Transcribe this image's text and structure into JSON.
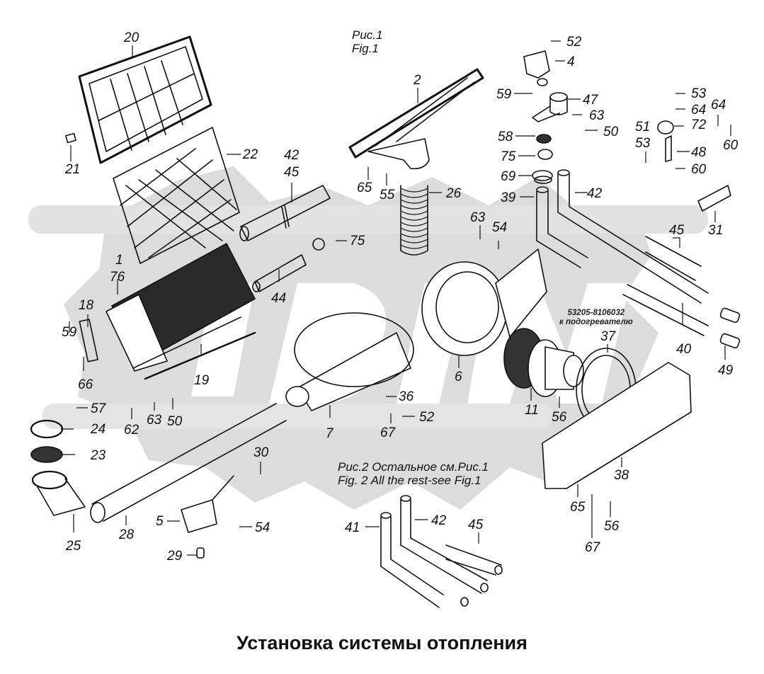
{
  "diagram": {
    "caption": "Установка системы отопления",
    "figure1": {
      "ru": "Рис.1",
      "en": "Fig.1"
    },
    "figure2": {
      "ru": "Рис.2 Остальное см.Рис.1",
      "en": "Fig. 2 All the rest-see Fig.1"
    },
    "heater_note": {
      "part_number": "53205-8106032",
      "text": "к подогревателю"
    },
    "watermark": "ODIN",
    "colors": {
      "line": "#111111",
      "watermark": "#d9d9d9",
      "background": "#ffffff"
    },
    "labels": [
      {
        "id": "l20",
        "text": "20"
      },
      {
        "id": "l21",
        "text": "21"
      },
      {
        "id": "l22",
        "text": "22"
      },
      {
        "id": "l42a",
        "text": "42"
      },
      {
        "id": "l45a",
        "text": "45"
      },
      {
        "id": "l2",
        "text": "2"
      },
      {
        "id": "l65a",
        "text": "65"
      },
      {
        "id": "l55",
        "text": "55"
      },
      {
        "id": "l26",
        "text": "26"
      },
      {
        "id": "l52a",
        "text": "52"
      },
      {
        "id": "l4",
        "text": "4"
      },
      {
        "id": "l59a",
        "text": "59"
      },
      {
        "id": "l47",
        "text": "47"
      },
      {
        "id": "l63a",
        "text": "63"
      },
      {
        "id": "l50a",
        "text": "50"
      },
      {
        "id": "l58",
        "text": "58"
      },
      {
        "id": "l75a",
        "text": "75"
      },
      {
        "id": "l69",
        "text": "69"
      },
      {
        "id": "l39",
        "text": "39"
      },
      {
        "id": "l42b",
        "text": "42"
      },
      {
        "id": "l53a",
        "text": "53"
      },
      {
        "id": "l64a",
        "text": "64"
      },
      {
        "id": "l51",
        "text": "51"
      },
      {
        "id": "l72",
        "text": "72"
      },
      {
        "id": "l53b",
        "text": "53"
      },
      {
        "id": "l48",
        "text": "48"
      },
      {
        "id": "l60a",
        "text": "60"
      },
      {
        "id": "l64b",
        "text": "64"
      },
      {
        "id": "l60b",
        "text": "60"
      },
      {
        "id": "l31",
        "text": "31"
      },
      {
        "id": "l45b",
        "text": "45"
      },
      {
        "id": "l40",
        "text": "40"
      },
      {
        "id": "l49",
        "text": "49"
      },
      {
        "id": "l75b",
        "text": "75"
      },
      {
        "id": "l44",
        "text": "44"
      },
      {
        "id": "l1",
        "text": "1"
      },
      {
        "id": "l76",
        "text": "76"
      },
      {
        "id": "l18",
        "text": "18"
      },
      {
        "id": "l59b",
        "text": "59"
      },
      {
        "id": "l66",
        "text": "66"
      },
      {
        "id": "l19",
        "text": "19"
      },
      {
        "id": "l57",
        "text": "57"
      },
      {
        "id": "l62",
        "text": "62"
      },
      {
        "id": "l63b",
        "text": "63"
      },
      {
        "id": "l50b",
        "text": "50"
      },
      {
        "id": "l24",
        "text": "24"
      },
      {
        "id": "l23",
        "text": "23"
      },
      {
        "id": "l25",
        "text": "25"
      },
      {
        "id": "l28",
        "text": "28"
      },
      {
        "id": "l30",
        "text": "30"
      },
      {
        "id": "l5",
        "text": "5"
      },
      {
        "id": "l54a",
        "text": "54"
      },
      {
        "id": "l29",
        "text": "29"
      },
      {
        "id": "l63c",
        "text": "63"
      },
      {
        "id": "l54b",
        "text": "54"
      },
      {
        "id": "l6",
        "text": "6"
      },
      {
        "id": "l7",
        "text": "7"
      },
      {
        "id": "l36",
        "text": "36"
      },
      {
        "id": "l67a",
        "text": "67"
      },
      {
        "id": "l52b",
        "text": "52"
      },
      {
        "id": "l11",
        "text": "11"
      },
      {
        "id": "l56a",
        "text": "56"
      },
      {
        "id": "l37",
        "text": "37"
      },
      {
        "id": "l38",
        "text": "38"
      },
      {
        "id": "l65b",
        "text": "65"
      },
      {
        "id": "l67b",
        "text": "67"
      },
      {
        "id": "l56b",
        "text": "56"
      },
      {
        "id": "l41",
        "text": "41"
      },
      {
        "id": "l42c",
        "text": "42"
      },
      {
        "id": "l45c",
        "text": "45"
      }
    ]
  }
}
